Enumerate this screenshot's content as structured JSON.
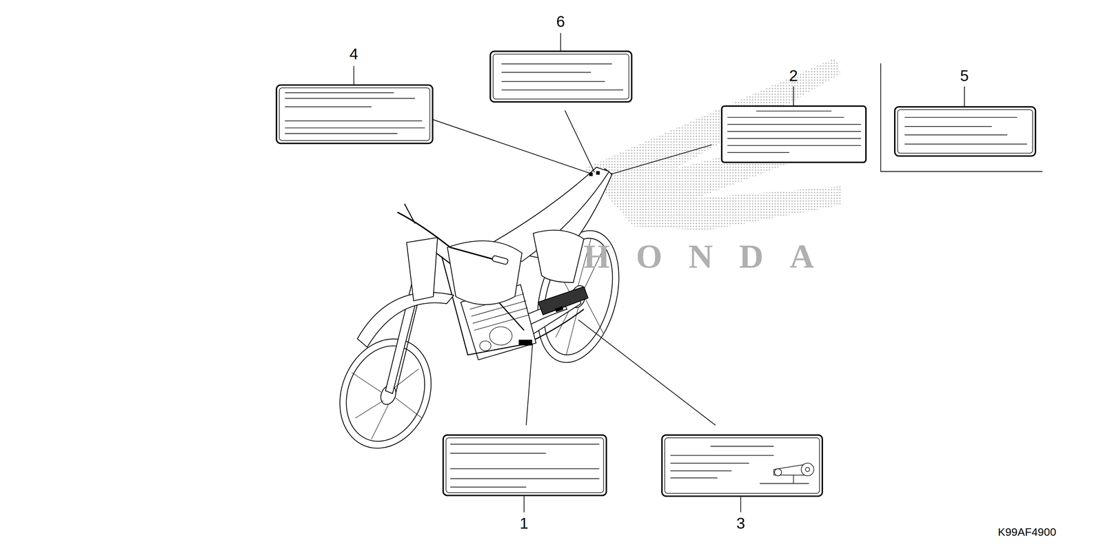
{
  "diagram": {
    "labels": [
      "4",
      "6",
      "2",
      "5",
      "1",
      "3",
      "HONDA",
      "K99AF4900"
    ]
  }
}
